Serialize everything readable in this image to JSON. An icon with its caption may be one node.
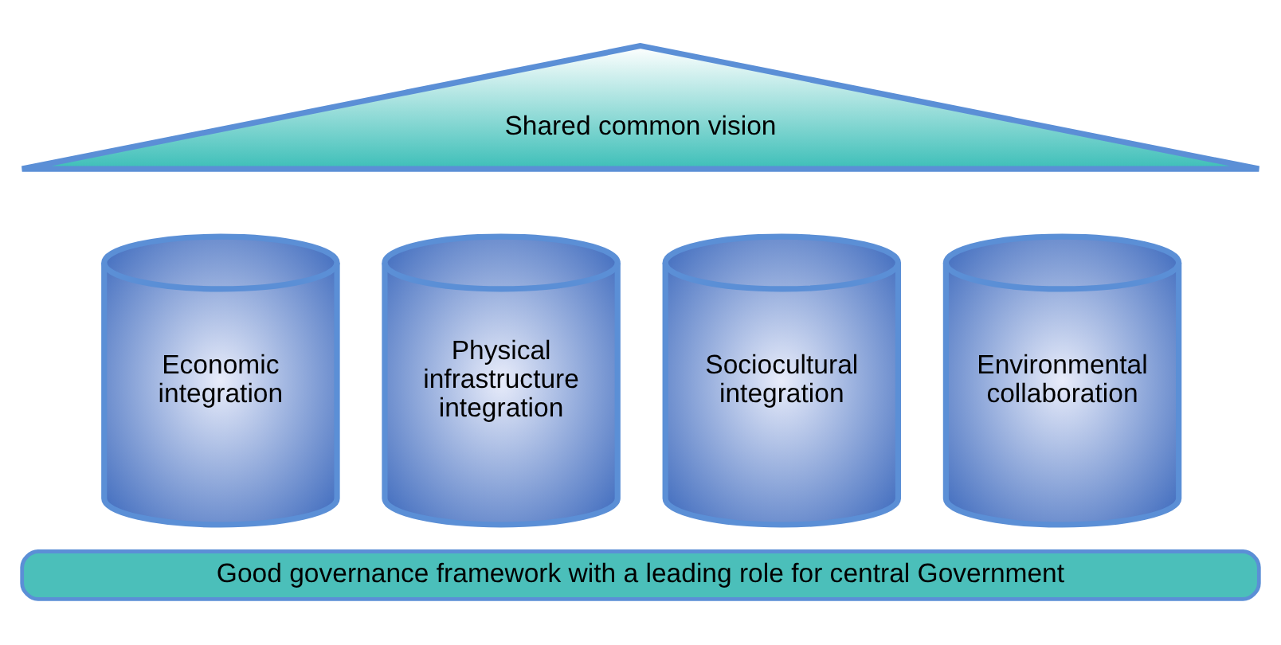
{
  "diagram": {
    "nodes": [
      {
        "text": [
          "Shared common vision"
        ]
      },
      {
        "text": [
          "Economic integration"
        ]
      },
      {
        "text": [
          "Physical infrastructure integration"
        ]
      },
      {
        "text": [
          "Sociocultural integration"
        ]
      },
      {
        "text": [
          "Environmental collaboration"
        ]
      },
      {
        "text": [
          "Good governance framework with a leading role for central Government"
        ]
      }
    ]
  }
}
